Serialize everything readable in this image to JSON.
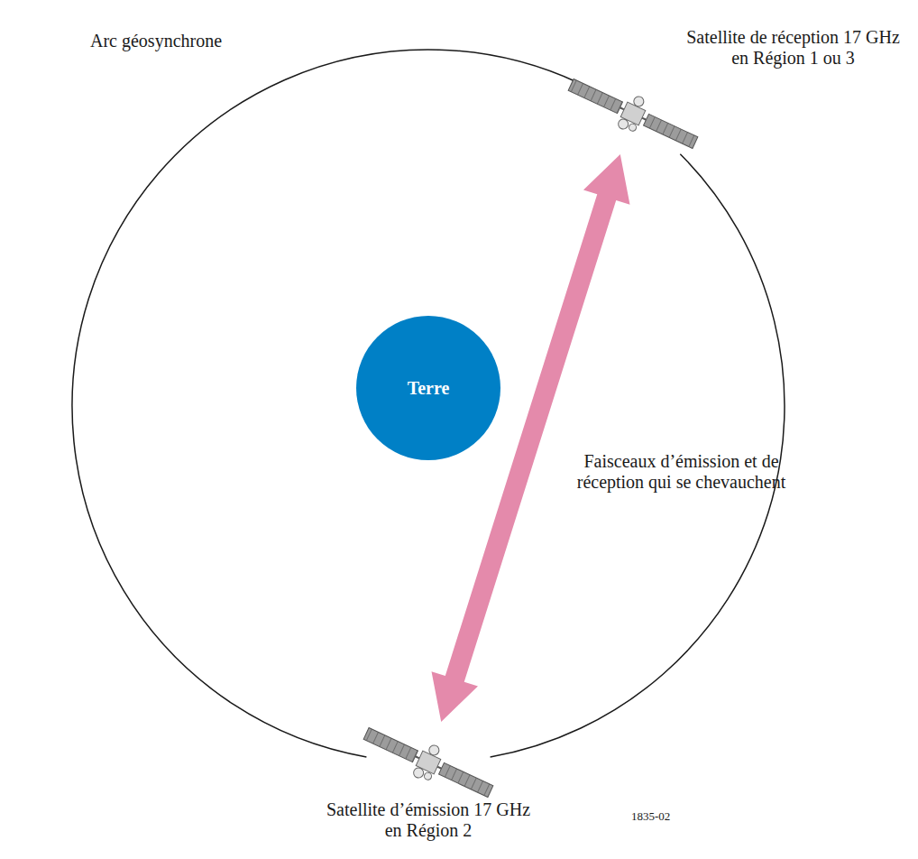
{
  "diagram": {
    "nodes": [
      {
        "text": [
          "Satellite de réception 17 GHz en Région 1 ou 3"
        ]
      },
      {
        "text": [
          "Terre"
        ]
      },
      {
        "text": [
          "Satellite d’émission 17 GHz en Région 2"
        ]
      }
    ],
    "edges": [
      {
        "from": 2,
        "to": 0,
        "arrow": "both",
        "label": "Faisceaux d’émission et de réception qui se chevauchent"
      }
    ],
    "labels": [
      "Arc géosynchrone",
      "1835-02"
    ]
  }
}
